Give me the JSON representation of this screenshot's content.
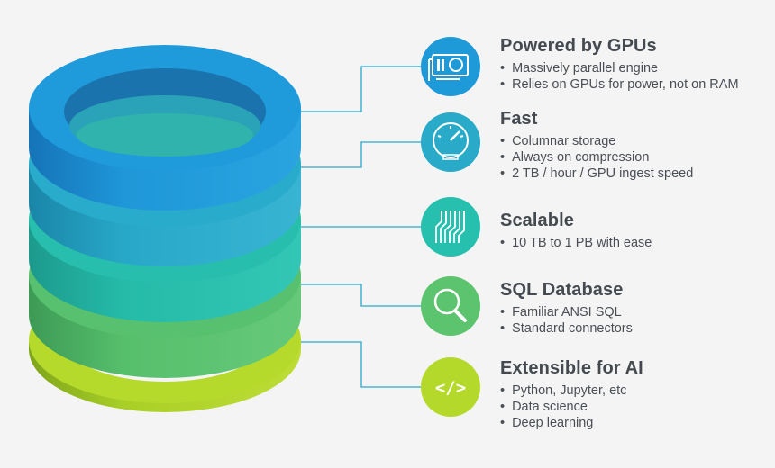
{
  "colors": {
    "background": "#f4f4f5",
    "ring_1": "#1f9ad9",
    "ring_2": "#29aac8",
    "ring_3": "#27bfae",
    "ring_4": "#5cc36e",
    "ring_5": "#b5d92a",
    "connector": "#2aa8cf",
    "title_text": "#444a50",
    "body_text": "#4a4f55"
  },
  "features": [
    {
      "icon": "gpu-card-icon",
      "title": "Powered by GPUs",
      "items": [
        "Massively parallel engine",
        "Relies on GPUs for power, not on RAM"
      ]
    },
    {
      "icon": "speedometer-icon",
      "title": "Fast",
      "items": [
        "Columnar storage",
        "Always on compression",
        "2 TB / hour / GPU ingest speed"
      ]
    },
    {
      "icon": "scaling-lines-icon",
      "title": "Scalable",
      "items": [
        "10 TB to 1 PB with ease"
      ]
    },
    {
      "icon": "search-magnifier-icon",
      "title": "SQL Database",
      "items": [
        "Familiar ANSI SQL",
        "Standard connectors"
      ]
    },
    {
      "icon": "code-brackets-icon",
      "title": "Extensible for AI",
      "items": [
        "Python, Jupyter, etc",
        "Data science",
        "Deep learning"
      ],
      "icon_text": "</>"
    }
  ]
}
